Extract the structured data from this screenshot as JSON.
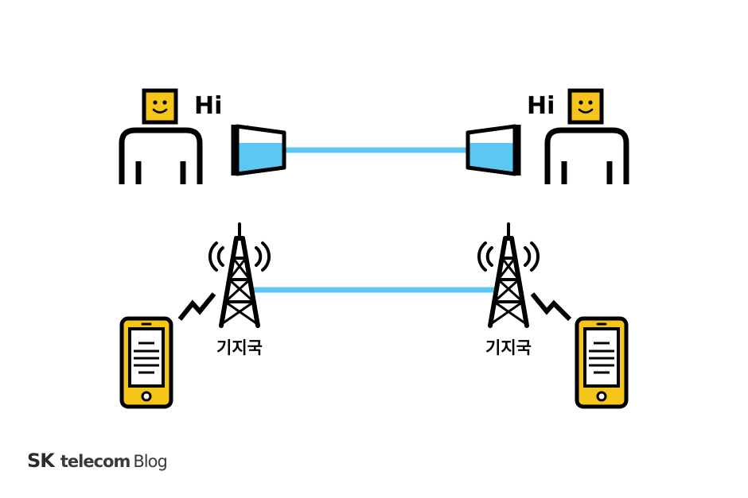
{
  "diagram": {
    "greeting_left": "Hi",
    "greeting_right": "Hi",
    "tower_label_left": "기지국",
    "tower_label_right": "기지국"
  },
  "colors": {
    "line": "#5bc8f3",
    "face": "#f6c51a",
    "phone": "#f6c51a",
    "stroke": "#000000"
  },
  "brand": {
    "sk": "SK",
    "telecom": "telecom",
    "blog": "Blog"
  }
}
